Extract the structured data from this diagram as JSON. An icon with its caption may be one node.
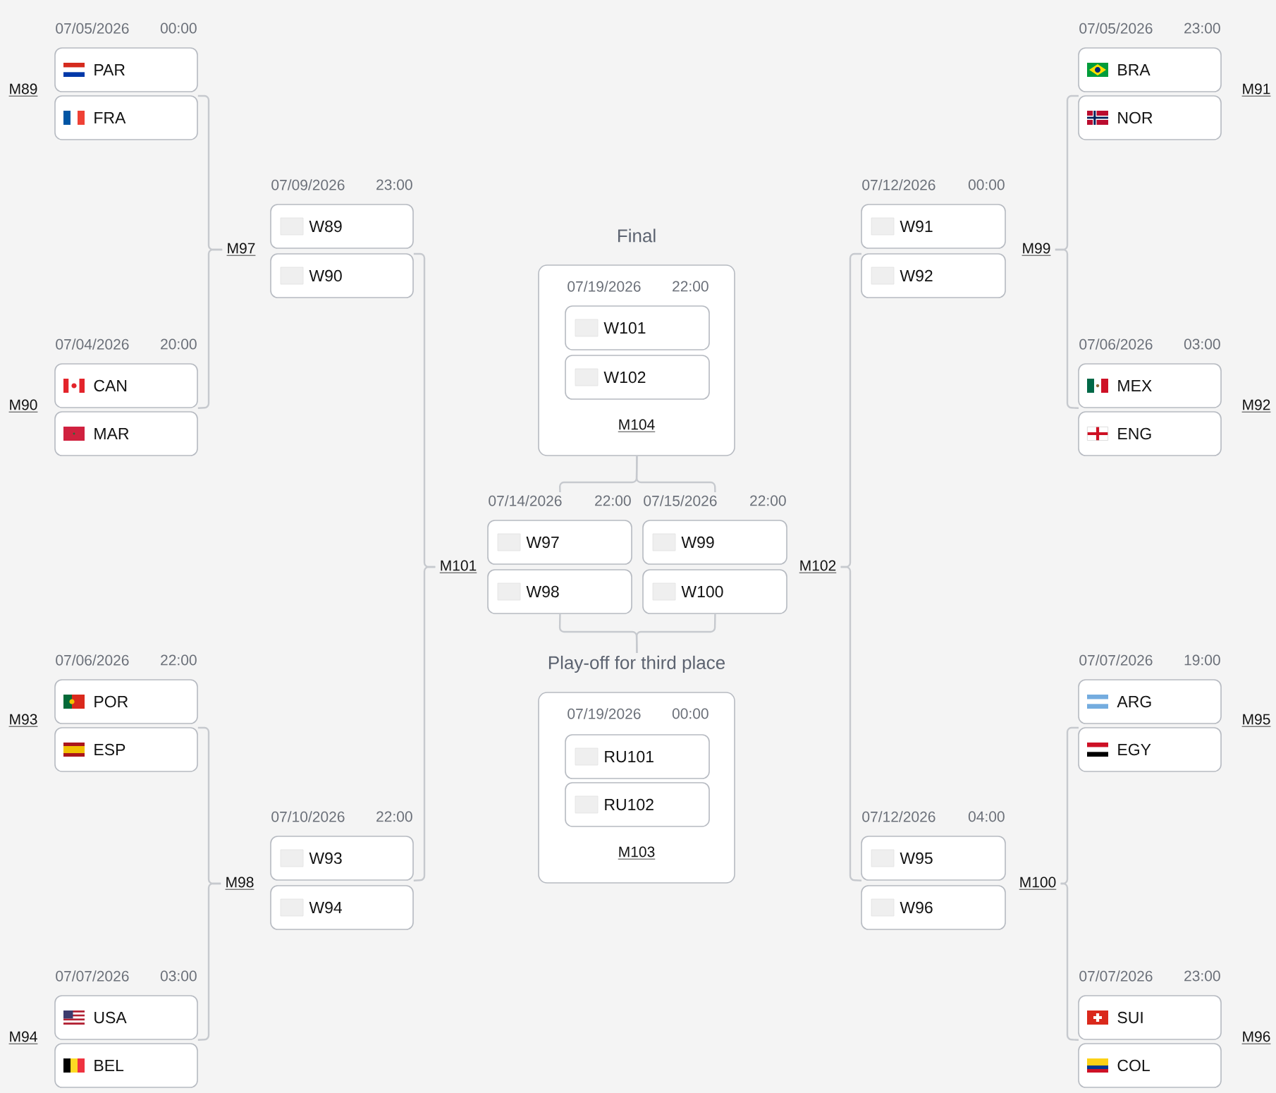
{
  "diagram": {
    "nodes": [
      {
        "text": [
          "PAR"
        ],
        "beside": [
          "07/05/2026",
          "00:00"
        ]
      },
      {
        "text": [
          "FRA"
        ]
      },
      {
        "text": [
          "CAN"
        ],
        "beside": [
          "07/04/2026",
          "20:00"
        ]
      },
      {
        "text": [
          "MAR"
        ]
      },
      {
        "text": [
          "POR"
        ],
        "beside": [
          "07/06/2026",
          "22:00"
        ]
      },
      {
        "text": [
          "ESP"
        ]
      },
      {
        "text": [
          "USA"
        ],
        "beside": [
          "07/07/2026",
          "03:00"
        ]
      },
      {
        "text": [
          "BEL"
        ]
      },
      {
        "text": [
          "M97"
        ]
      },
      {
        "text": [
          "M98"
        ]
      },
      {
        "text": [
          "W89"
        ],
        "beside": [
          "07/09/2026",
          "23:00"
        ]
      },
      {
        "text": [
          "W90"
        ]
      },
      {
        "text": [
          "W93"
        ],
        "beside": [
          "07/10/2026",
          "22:00"
        ]
      },
      {
        "text": [
          "W94"
        ]
      },
      {
        "text": [
          "M101"
        ]
      },
      {
        "text": [
          "Final",
          "07/19/2026",
          "22:00",
          "M104"
        ]
      },
      {
        "text": [
          "W101"
        ],
        "in": 15
      },
      {
        "text": [
          "W102"
        ],
        "in": 15
      },
      {
        "text": [
          "W97"
        ],
        "beside": [
          "07/14/2026",
          "22:00"
        ]
      },
      {
        "text": [
          "W98"
        ]
      },
      {
        "text": [
          "W99"
        ],
        "beside": [
          "07/15/2026",
          "22:00"
        ]
      },
      {
        "text": [
          "W100"
        ]
      },
      {
        "text": [
          "Play-off for third place",
          "07/19/2026",
          "00:00",
          "M103"
        ]
      },
      {
        "text": [
          "RU101"
        ],
        "in": 22
      },
      {
        "text": [
          "RU102"
        ],
        "in": 22
      },
      {
        "text": [
          "M102"
        ]
      },
      {
        "text": [
          "W91"
        ],
        "beside": [
          "07/12/2026",
          "00:00"
        ]
      },
      {
        "text": [
          "W92"
        ]
      },
      {
        "text": [
          "W95"
        ],
        "beside": [
          "07/12/2026",
          "04:00"
        ]
      },
      {
        "text": [
          "W96"
        ]
      },
      {
        "text": [
          "M99"
        ]
      },
      {
        "text": [
          "M100"
        ]
      },
      {
        "text": [
          "BRA"
        ],
        "beside": [
          "07/05/2026",
          "23:00"
        ]
      },
      {
        "text": [
          "NOR"
        ]
      },
      {
        "text": [
          "MEX"
        ],
        "beside": [
          "07/06/2026",
          "03:00"
        ]
      },
      {
        "text": [
          "ENG"
        ]
      },
      {
        "text": [
          "ARG"
        ],
        "beside": [
          "07/07/2026",
          "19:00"
        ]
      },
      {
        "text": [
          "EGY"
        ]
      },
      {
        "text": [
          "SUI"
        ],
        "beside": [
          "07/07/2026",
          "23:00"
        ]
      },
      {
        "text": [
          "COL"
        ]
      }
    ],
    "edges": [
      {
        "from": 1,
        "to": 8,
        "arrow": "none"
      },
      {
        "from": 2,
        "to": 8,
        "arrow": "none"
      },
      {
        "from": 5,
        "to": 9,
        "arrow": "none"
      },
      {
        "from": 6,
        "to": 9,
        "arrow": "none"
      },
      {
        "from": 11,
        "to": 14,
        "arrow": "none"
      },
      {
        "from": 12,
        "to": 14,
        "arrow": "none"
      },
      {
        "from": 18,
        "to": 15,
        "arrow": "none"
      },
      {
        "from": 20,
        "to": 15,
        "arrow": "none"
      },
      {
        "from": 19,
        "to": 22,
        "arrow": "none"
      },
      {
        "from": 21,
        "to": 22,
        "arrow": "none"
      },
      {
        "from": 27,
        "to": 25,
        "arrow": "none"
      },
      {
        "from": 28,
        "to": 25,
        "arrow": "none"
      },
      {
        "from": 33,
        "to": 30,
        "arrow": "none"
      },
      {
        "from": 34,
        "to": 30,
        "arrow": "none"
      },
      {
        "from": 37,
        "to": 31,
        "arrow": "none"
      },
      {
        "from": 38,
        "to": 31,
        "arrow": "none"
      }
    ],
    "labels": [
      "M89",
      "M91",
      "M90",
      "M92",
      "M93",
      "M95",
      "M94",
      "M96"
    ]
  }
}
